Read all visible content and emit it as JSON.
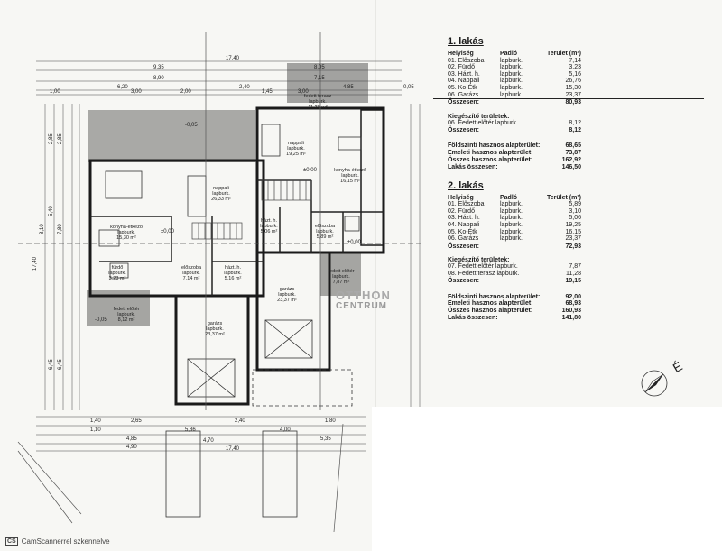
{
  "scanner": {
    "badge": "CS",
    "text": "CamScannerrel szkennelve"
  },
  "watermark": {
    "line1": "OTTHON",
    "line2": "CENTRUM"
  },
  "north": "É",
  "rooms": [
    {
      "name": "nappali",
      "floor": "lapburk.",
      "area": "26,33 m²"
    },
    {
      "name": "konyha-étkező",
      "floor": "lapburk.",
      "area": "15,30 m²"
    },
    {
      "name": "fürdő",
      "floor": "lapburk.",
      "area": "3,23 m²"
    },
    {
      "name": "előszoba",
      "floor": "lapburk.",
      "area": "7,14 m²"
    },
    {
      "name": "házt. h.",
      "floor": "lapburk.",
      "area": "5,16 m²"
    },
    {
      "name": "fedett előtér",
      "floor": "lapburk.",
      "area": "8,12 m²"
    },
    {
      "name": "garázs",
      "floor": "lapburk.",
      "area": "23,37 m²"
    },
    {
      "name": "fedett terasz",
      "floor": "lapburk.",
      "area": "11,28 m²"
    },
    {
      "name": "nappali",
      "floor": "lapburk.",
      "area": "19,25 m²"
    },
    {
      "name": "konyha-étkező",
      "floor": "lapburk.",
      "area": "16,15 m²"
    },
    {
      "name": "házt. h.",
      "floor": "lapburk.",
      "area": "5,06 m²"
    },
    {
      "name": "előszoba",
      "floor": "lapburk.",
      "area": "5,89 m²"
    },
    {
      "name": "fedett előtér",
      "floor": "lapburk.",
      "area": "7,87 m²"
    },
    {
      "name": "garázs",
      "floor": "lapburk.",
      "area": "23,37 m²"
    }
  ],
  "levels": [
    "±0,00",
    "-0,05",
    "±0,00",
    "±0,00",
    "-0,05",
    "-0,05"
  ],
  "dims_top": [
    "17,40",
    "9,35",
    "8,05",
    "8,90",
    "7,15",
    "6,20",
    "4,85",
    "1,00",
    "3,00",
    "2,00",
    "1,45",
    "2,40",
    "3,00"
  ],
  "dims_left": [
    "2,85",
    "2,85",
    "5,40",
    "7,80",
    "8,10",
    "17,40",
    "6,45",
    "6,45"
  ],
  "dims_bottom": [
    "1,40",
    "2,65",
    "1,10",
    "5,86",
    "4,85",
    "4,90",
    "4,70",
    "17,40",
    "5,35",
    "4,00",
    "2,40",
    "1,80"
  ],
  "apt1": {
    "title": "1. lakás",
    "headers": [
      "Helyiség",
      "Padló",
      "Terület (m²)"
    ],
    "rows": [
      [
        "01. Előszoba",
        "lapburk.",
        "7,14"
      ],
      [
        "02. Fürdő",
        "lapburk.",
        "3,23"
      ],
      [
        "03. Házt. h.",
        "lapburk.",
        "5,16"
      ],
      [
        "04. Nappali",
        "lapburk.",
        "26,76"
      ],
      [
        "05. Ko-Étk",
        "lapburk.",
        "15,30"
      ],
      [
        "06. Garázs",
        "lapburk.",
        "23,37"
      ]
    ],
    "sum_label": "Összesen:",
    "sum_value": "80,93",
    "extra_title": "Kiegészítő területek:",
    "extra_rows": [
      [
        "06. Fedett előtér lapburk.",
        "8,12"
      ],
      [
        "Összesen:",
        "8,12"
      ]
    ],
    "totals": [
      [
        "Földszinti hasznos alapterület:",
        "68,65"
      ],
      [
        "Emeleti hasznos alapterület:",
        "73,87"
      ],
      [
        "Összes hasznos alapterület:",
        "162,92"
      ],
      [
        "Lakás összesen:",
        "146,50"
      ]
    ]
  },
  "apt2": {
    "title": "2. lakás",
    "headers": [
      "Helyiség",
      "Padló",
      "Terület (m²)"
    ],
    "rows": [
      [
        "01. Előszoba",
        "lapburk.",
        "5,89"
      ],
      [
        "02. Fürdő",
        "lapburk.",
        "3,10"
      ],
      [
        "03. Házt. h.",
        "lapburk.",
        "5,06"
      ],
      [
        "04. Nappali",
        "lapburk.",
        "19,25"
      ],
      [
        "05. Ko-Étk",
        "lapburk.",
        "16,15"
      ],
      [
        "06. Garázs",
        "lapburk.",
        "23,37"
      ]
    ],
    "sum_label": "Összesen:",
    "sum_value": "72,93",
    "extra_title": "Kiegészítő területek:",
    "extra_rows": [
      [
        "07. Fedett előtér lapburk.",
        "7,87"
      ],
      [
        "08. Fedett terasz lapburk.",
        "11,28"
      ],
      [
        "Összesen:",
        "19,15"
      ]
    ],
    "totals": [
      [
        "Földszinti hasznos alapterület:",
        "92,00"
      ],
      [
        "Emeleti hasznos alapterület:",
        "68,93"
      ],
      [
        "Összes hasznos alapterület:",
        "160,93"
      ],
      [
        "Lakás összesen:",
        "141,80"
      ]
    ]
  }
}
